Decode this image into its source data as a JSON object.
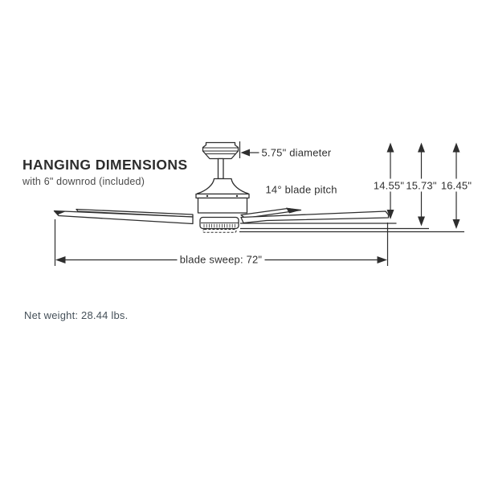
{
  "page": {
    "background": "#ffffff",
    "line_color": "#2e2e2e"
  },
  "title_block": {
    "heading": "HANGING DIMENSIONS",
    "subheading": "with 6\" downrod (included)"
  },
  "dimensions": {
    "diameter": "5.75\" diameter",
    "blade_pitch": "14° blade pitch",
    "blade_sweep": "blade sweep: 72\"",
    "hanging_heights": [
      "14.55\"",
      "15.73\"",
      "16.45\""
    ]
  },
  "footer": {
    "net_weight": "Net weight: 28.44 lbs."
  }
}
